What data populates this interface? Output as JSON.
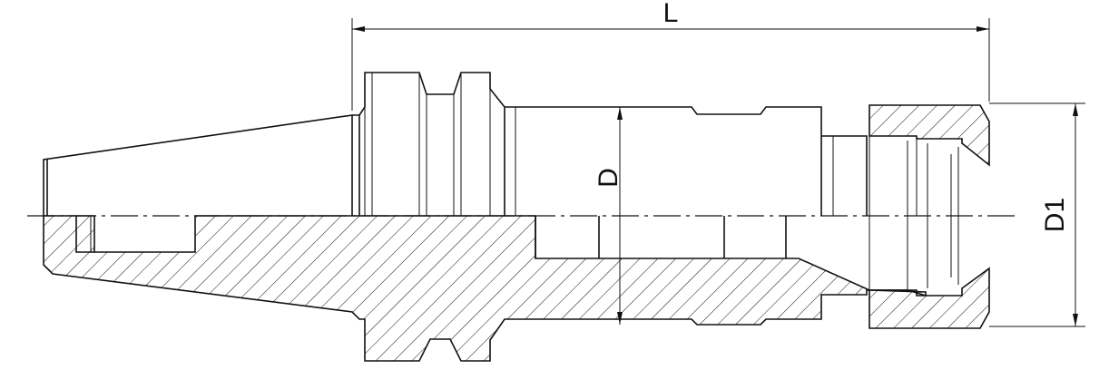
{
  "dimensions": {
    "length_label": "L",
    "diameter_label": "D",
    "diameter1_label": "D1"
  },
  "colors": {
    "line": "#111111",
    "background": "#ffffff"
  }
}
